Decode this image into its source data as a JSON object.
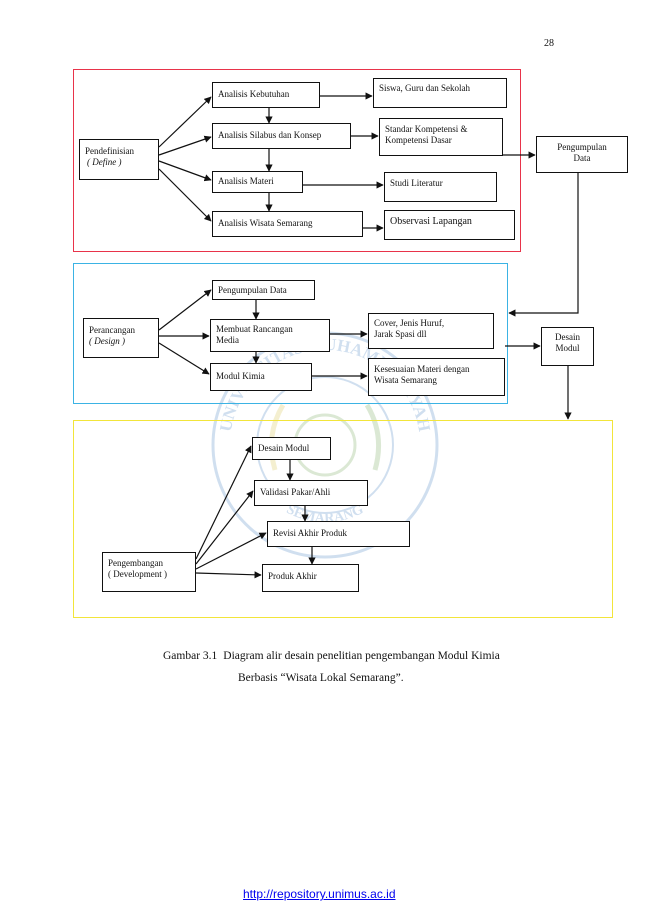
{
  "page": {
    "number": "28"
  },
  "diagram": {
    "define": {
      "stage": {
        "line1": "Pendefinisian",
        "line2": "( Define )"
      },
      "steps": [
        "Analisis Kebutuhan",
        "Analisis Silabus dan Konsep",
        "Analisis Materi",
        "Analisis Wisata Semarang"
      ],
      "outcomes": [
        "Siswa, Guru dan Sekolah",
        {
          "line1": "Standar Kompetensi &",
          "line2": "Kompetensi Dasar"
        },
        "Studi Literatur",
        "Observasi Lapangan"
      ],
      "collect": {
        "line1": "Pengumpulan",
        "line2": "Data"
      }
    },
    "design": {
      "stage": {
        "line1": "Perancangan",
        "line2": "( Design )"
      },
      "steps": [
        "Pengumpulan Data",
        {
          "line1": "Membuat Rancangan",
          "line2": "Media"
        },
        "Modul Kimia"
      ],
      "outcomes": [
        {
          "line1": "Cover, Jenis Huruf,",
          "line2": "Jarak Spasi dll"
        },
        {
          "line1": "Kesesuaian Materi dengan",
          "line2": "Wisata Semarang"
        }
      ],
      "module": {
        "line1": "Desain",
        "line2": "Modul"
      }
    },
    "develop": {
      "stage": {
        "line1": "Pengembangan",
        "line2": "( Development )"
      },
      "steps": [
        "Desain Modul",
        "Validasi Pakar/Ahli",
        "Revisi Akhir Produk",
        "Produk Akhir"
      ]
    },
    "colors": {
      "define": "#e8334a",
      "design": "#3bb3e4",
      "develop": "#f2e53a"
    }
  },
  "watermark": {
    "top": "UNIVERSITAS MUHAMMADIYAH",
    "bottom": "SEMARANG"
  },
  "caption": {
    "label": "Gambar 3.1",
    "line1": "Diagram alir desain penelitian pengembangan Modul Kimia",
    "line2": "Berbasis “Wisata Lokal Semarang”."
  },
  "footer": {
    "url": "http://repository.unimus.ac.id"
  }
}
